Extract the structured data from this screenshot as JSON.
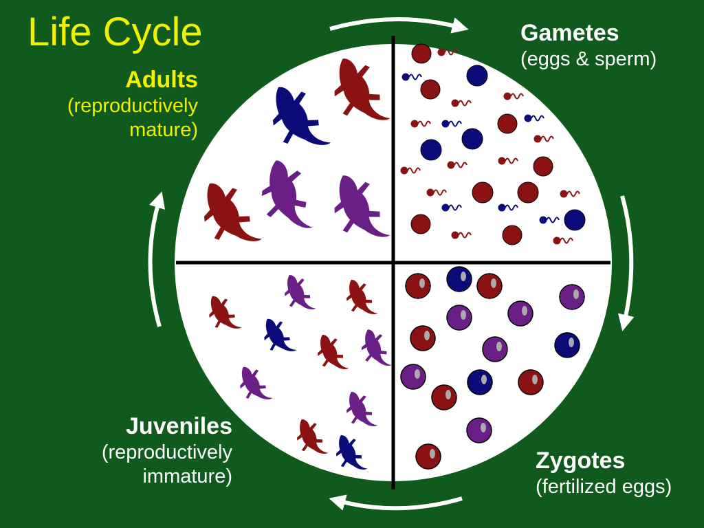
{
  "title": "Life Cycle",
  "stages": {
    "adults": {
      "name": "Adults",
      "desc_line1": "(reproductively",
      "desc_line2": "mature)"
    },
    "gametes": {
      "name": "Gametes",
      "desc": "(eggs & sperm)"
    },
    "juveniles": {
      "name": "Juveniles",
      "desc_line1": "(reproductively",
      "desc_line2": "immature)"
    },
    "zygotes": {
      "name": "Zygotes",
      "desc": "(fertilized eggs)"
    }
  },
  "colors": {
    "background": "#0f5a1c",
    "title": "#f2f000",
    "red": "#8b1212",
    "blue": "#0a0a78",
    "purple": "#6a1f86"
  },
  "icons": {
    "lizard": "lizard-icon",
    "egg": "egg-icon",
    "sperm": "sperm-icon",
    "zygote": "zygote-icon",
    "arrow": "curved-arrow-icon"
  }
}
